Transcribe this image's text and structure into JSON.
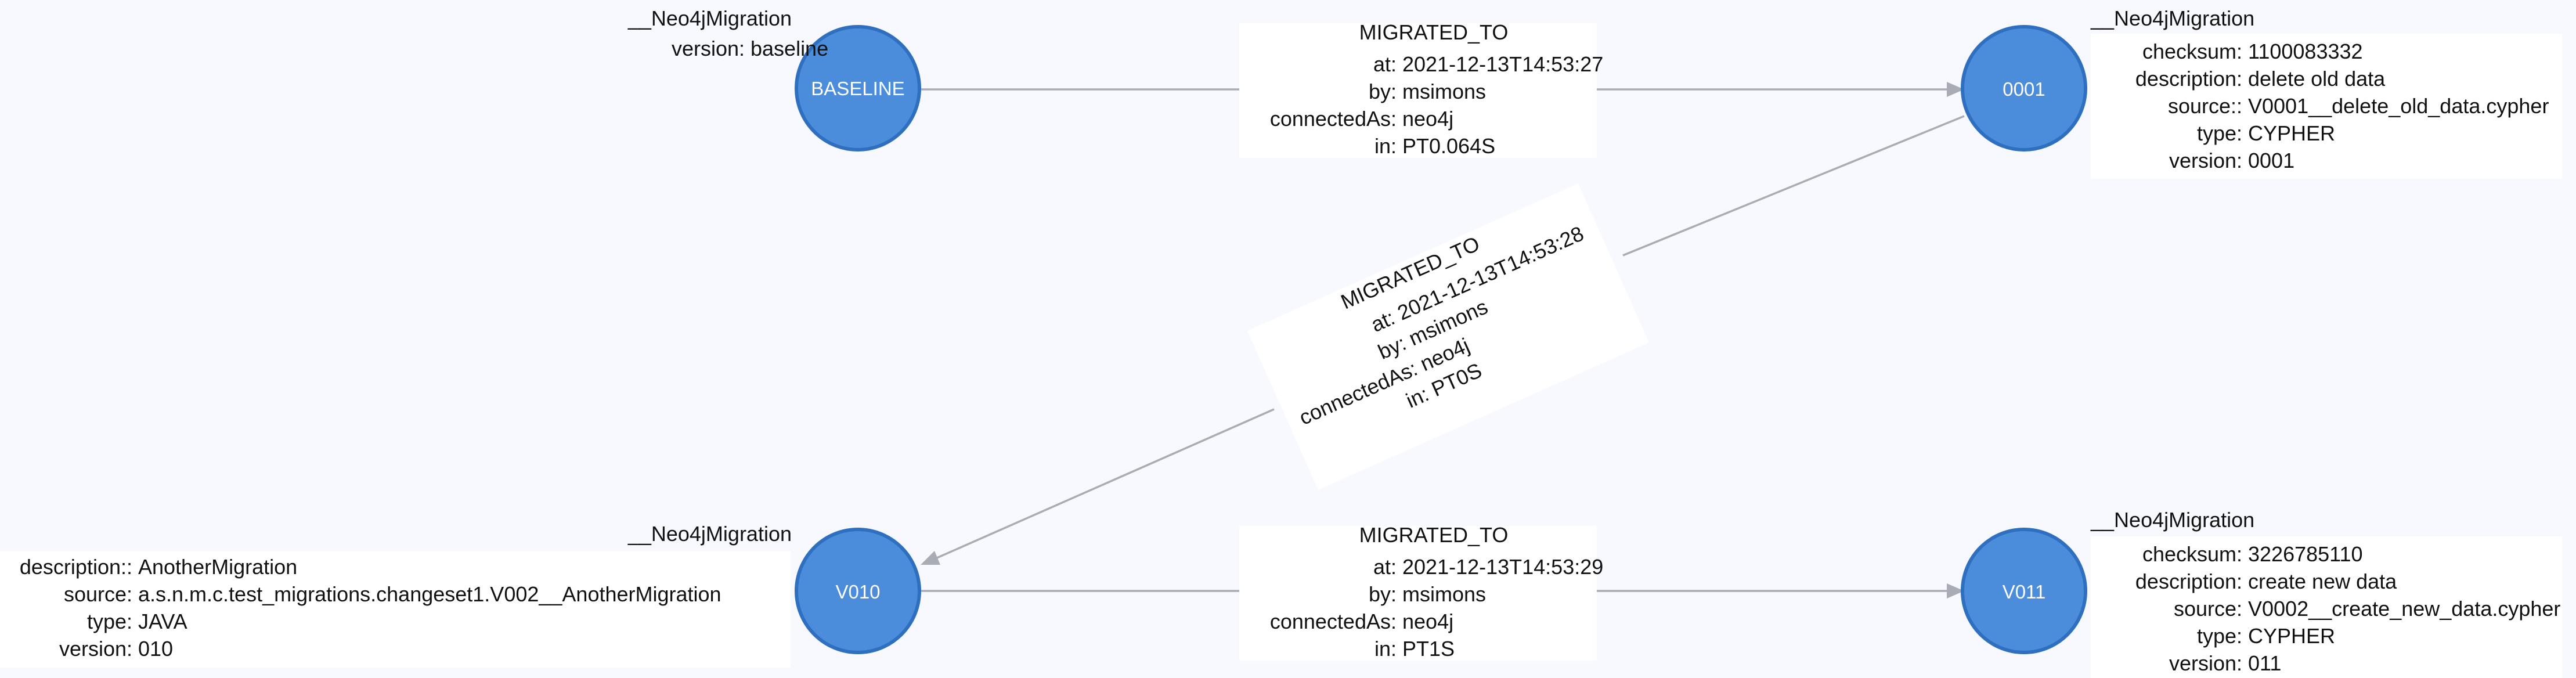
{
  "nodes": [
    {
      "id": "baseline",
      "caption": "BASELINE",
      "label": "__Neo4jMigration",
      "props": [
        {
          "k": "version",
          "v": "baseline"
        }
      ]
    },
    {
      "id": "n0001",
      "caption": "0001",
      "label": "__Neo4jMigration",
      "props": [
        {
          "k": "checksum",
          "v": "1100083332"
        },
        {
          "k": "description",
          "v": "delete old data"
        },
        {
          "k": "source:",
          "v": "V0001__delete_old_data.cypher"
        },
        {
          "k": "type",
          "v": "CYPHER"
        },
        {
          "k": "version",
          "v": "0001"
        }
      ]
    },
    {
      "id": "v010",
      "caption": "V010",
      "label": "__Neo4jMigration",
      "props": [
        {
          "k": "description:",
          "v": "AnotherMigration"
        },
        {
          "k": "source",
          "v": "a.s.n.m.c.test_migrations.changeset1.V002__AnotherMigration"
        },
        {
          "k": "type",
          "v": "JAVA"
        },
        {
          "k": "version",
          "v": "010"
        }
      ]
    },
    {
      "id": "v011",
      "caption": "V011",
      "label": "__Neo4jMigration",
      "props": [
        {
          "k": "checksum",
          "v": "3226785110"
        },
        {
          "k": "description",
          "v": "create new data"
        },
        {
          "k": "source",
          "v": "V0002__create_new_data.cypher"
        },
        {
          "k": "type",
          "v": "CYPHER"
        },
        {
          "k": "version",
          "v": "011"
        }
      ]
    }
  ],
  "edges": [
    {
      "from": "baseline",
      "to": "n0001",
      "type": "MIGRATED_TO",
      "props": [
        {
          "k": "at",
          "v": "2021-12-13T14:53:27"
        },
        {
          "k": "by",
          "v": "msimons"
        },
        {
          "k": "connectedAs",
          "v": "neo4j"
        },
        {
          "k": "in",
          "v": "PT0.064S"
        }
      ]
    },
    {
      "from": "n0001",
      "to": "v010",
      "type": "MIGRATED_TO",
      "props": [
        {
          "k": "at",
          "v": "2021-12-13T14:53:28"
        },
        {
          "k": "by",
          "v": "msimons"
        },
        {
          "k": "connectedAs",
          "v": "neo4j"
        },
        {
          "k": "in",
          "v": "PT0S"
        }
      ]
    },
    {
      "from": "v010",
      "to": "v011",
      "type": "MIGRATED_TO",
      "props": [
        {
          "k": "at",
          "v": "2021-12-13T14:53:29"
        },
        {
          "k": "by",
          "v": "msimons"
        },
        {
          "k": "connectedAs",
          "v": "neo4j"
        },
        {
          "k": "in",
          "v": "PT1S"
        }
      ]
    }
  ],
  "colors": {
    "node_fill": "#4b8ddb",
    "node_stroke": "#2f6fc0",
    "edge": "#a9acb5",
    "background": "#f7f9fe"
  }
}
